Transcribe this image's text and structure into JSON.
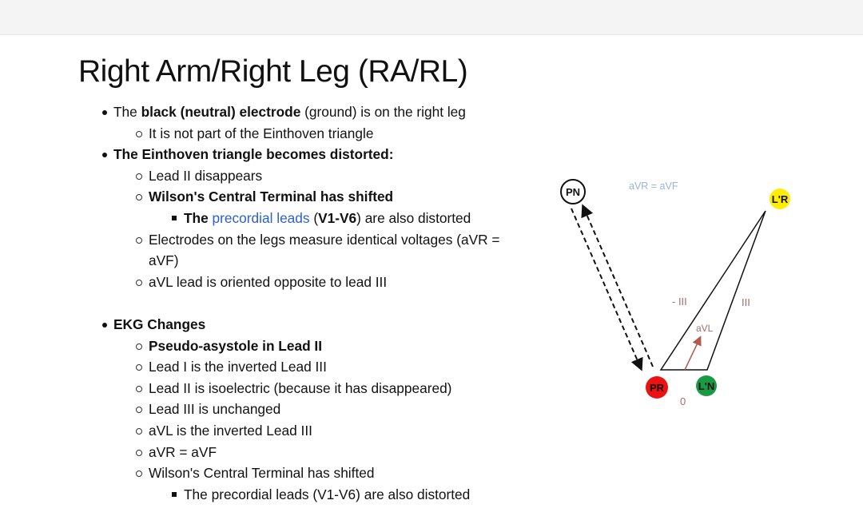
{
  "title": "Right Arm/Right Leg (RA/RL)",
  "bullets": {
    "b1": {
      "pre": "The ",
      "bold": "black (neutral) electrode",
      "post": " (ground) is on the right leg"
    },
    "b1a": "It is not part of the Einthoven triangle",
    "b2": "The Einthoven triangle becomes distorted:",
    "b2a": "Lead II disappears",
    "b2b": "Wilson's Central Terminal has shifted",
    "b2b1": {
      "bold1": "The",
      "link": "precordial leads",
      "mid": " (",
      "bold2": "V1-V6",
      "post": ") are also distorted"
    },
    "b2c": "Electrodes on the legs measure identical voltages (aVR = aVF)",
    "b2d": "aVL lead is oriented opposite to lead III",
    "b3": "EKG Changes",
    "b3a": "Pseudo-asystole in Lead II",
    "b3b": "Lead I is the inverted Lead III",
    "b3c": "Lead II is isoelectric (because it has disappeared)",
    "b3d": "Lead III is unchanged",
    "b3e": "aVL is the inverted Lead III",
    "b3f": "aVR = aVF",
    "b3g": "Wilson's Central Terminal has shifted",
    "b3g1": "The precordial leads (V1-V6) are also distorted"
  },
  "diagram": {
    "formula": "aVR = aVF",
    "nodes": {
      "pn": "PN",
      "lr": "L'R",
      "pr": "PR",
      "ln": "L'N"
    },
    "labels": {
      "neg3": "- III",
      "lead3": "III",
      "avl": "aVL",
      "zero": "0"
    },
    "colors": {
      "lr": "#ffee00",
      "pr": "#ee1111",
      "ln": "#1a9a44",
      "label": "#a0706a",
      "formula": "#9db3d6",
      "link": "#2b5fd0"
    }
  }
}
